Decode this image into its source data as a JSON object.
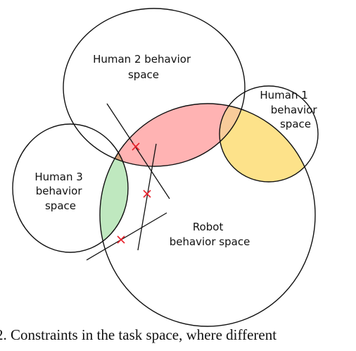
{
  "regions": {
    "human2": {
      "label_lines": [
        "Human 2 behavior",
        "space"
      ]
    },
    "human1": {
      "label_lines": [
        "Human 1",
        "behavior",
        "space"
      ]
    },
    "human3": {
      "label_lines": [
        "Human 3",
        "behavior",
        "space"
      ]
    },
    "robot": {
      "label_lines": [
        "Robot",
        "behavior space"
      ]
    }
  },
  "colors": {
    "robot_human2_overlap": "#ffb3b3",
    "robot_human1_overlap": "#fde28a",
    "robot_human3_overlap": "#bfe8bf",
    "robot_human2_human3_overlap": "#d8a07a",
    "robot_human1_human2_overlap": "#f8cc9a",
    "marker": "#e8202a",
    "outline": "#111111"
  },
  "markers": [
    "x-marker",
    "x-marker",
    "x-marker"
  ],
  "caption": "2. Constraints in the task space, where different"
}
